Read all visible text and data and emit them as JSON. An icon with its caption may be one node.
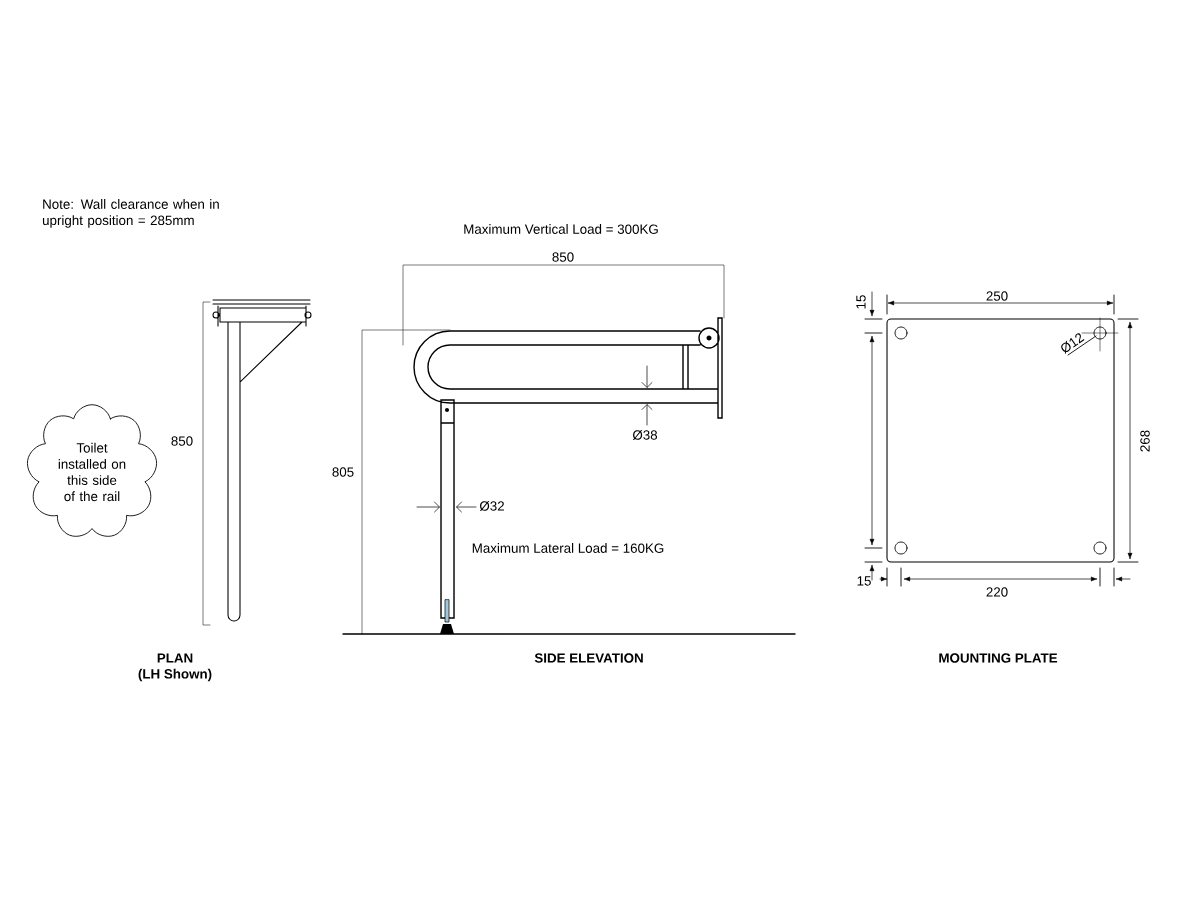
{
  "diagram": {
    "nodes": [
      {
        "text": [
          "Toilet installed on this side of the rail"
        ]
      }
    ],
    "labels": [
      "Note: Wall clearance when in upright position = 285mm",
      "Maximum Vertical Load = 300KG",
      "850",
      "250",
      "15",
      "850",
      "Ø38",
      "805",
      "268",
      "Ø12",
      "Ø32",
      "Maximum Lateral Load = 160KG",
      "15",
      "220",
      "PLAN",
      "(LH Shown)",
      "SIDE ELEVATION",
      "MOUNTING PLATE"
    ]
  }
}
